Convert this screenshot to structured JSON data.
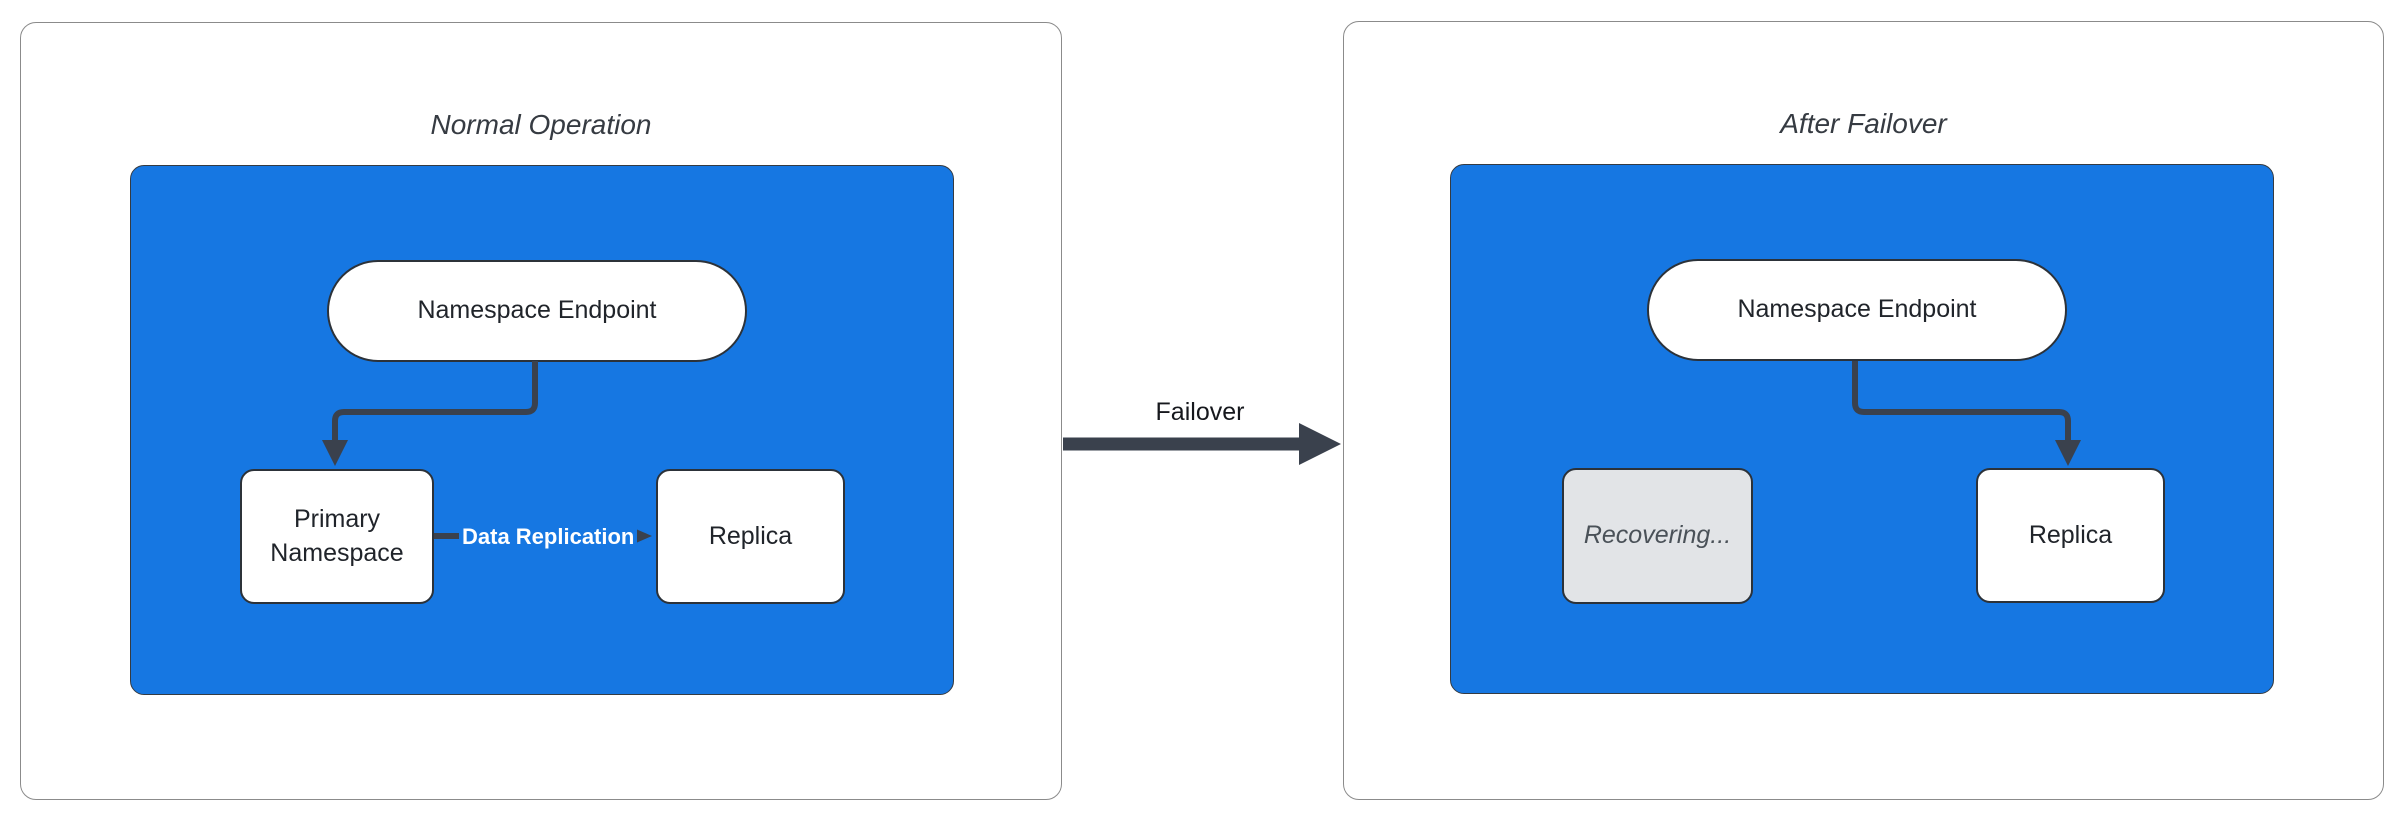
{
  "diagram": {
    "panels": [
      {
        "title": "Normal Operation",
        "nodes": {
          "endpoint": "Namespace Endpoint",
          "primary": "Primary Namespace",
          "replica": "Replica"
        },
        "edges": {
          "replication_label": "Data Replication"
        }
      },
      {
        "title": "After Failover",
        "nodes": {
          "endpoint": "Namespace Endpoint",
          "recovering": "Recovering...",
          "replica": "Replica"
        }
      }
    ],
    "transition": {
      "label": "Failover"
    },
    "colors": {
      "cluster_blue": "#1677e2",
      "edge_dark": "#3a414d",
      "node_white": "#ffffff",
      "node_border": "#2c3239",
      "recovering_gray": "#e2e4e7",
      "recovering_text": "#4a5158",
      "panel_border": "#8b8b8b",
      "title_text": "#363b42",
      "label_text": "#16181d"
    }
  }
}
